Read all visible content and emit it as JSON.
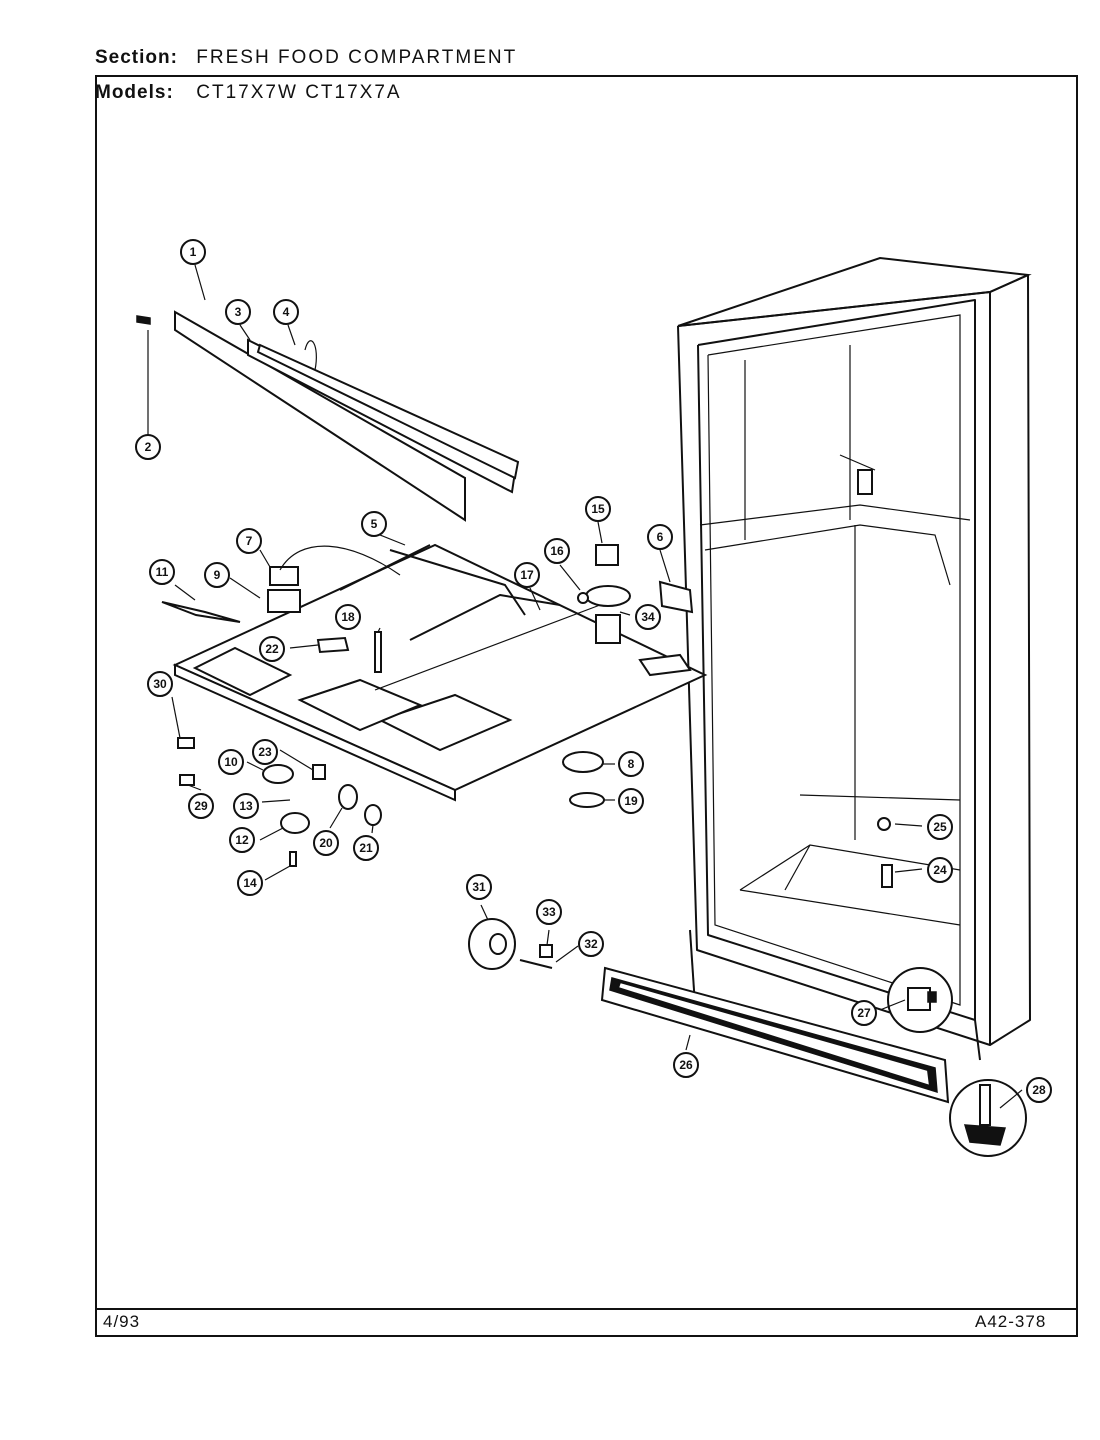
{
  "header": {
    "section_label": "Section:",
    "section_value": "FRESH FOOD COMPARTMENT",
    "models_label": "Models:",
    "models_value": "CT17X7W CT17X7A"
  },
  "footer": {
    "date": "4/93",
    "drawing_number": "A42-378"
  },
  "callouts": [
    "1",
    "2",
    "3",
    "4",
    "5",
    "6",
    "7",
    "8",
    "9",
    "10",
    "11",
    "12",
    "13",
    "14",
    "15",
    "16",
    "17",
    "18",
    "19",
    "20",
    "21",
    "22",
    "23",
    "24",
    "25",
    "26",
    "27",
    "28",
    "29",
    "30",
    "31",
    "32",
    "33",
    "34"
  ]
}
